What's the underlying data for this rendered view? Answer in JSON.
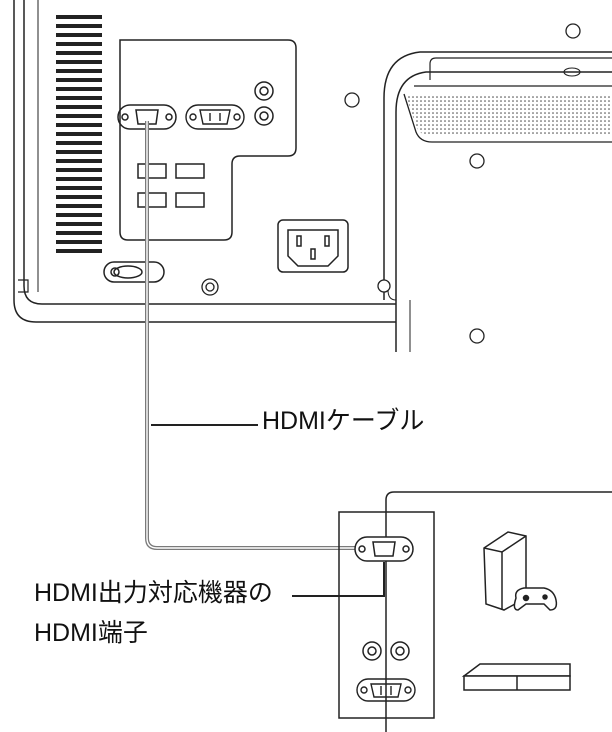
{
  "labels": {
    "cable": "HDMIケーブル",
    "device_terminal_line1": "HDMI出力対応機器の",
    "device_terminal_line2": "HDMI端子"
  },
  "icons": {
    "console": "game-console-icon",
    "player": "video-player-icon"
  },
  "colors": {
    "line": "#222222",
    "cable": "#7a7a7a",
    "background": "#ffffff"
  }
}
